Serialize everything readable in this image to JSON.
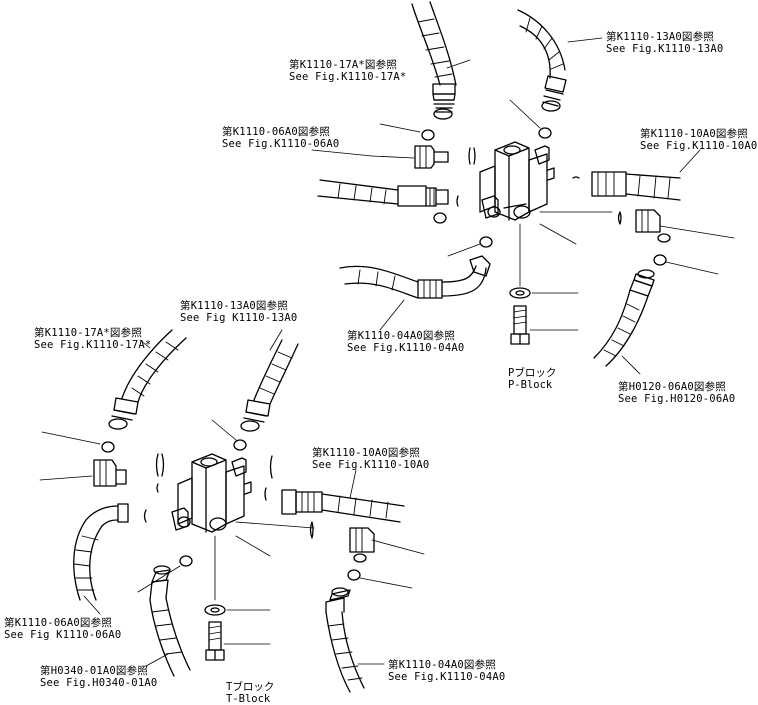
{
  "upper_assembly": {
    "block_label": {
      "ja": "Pブロック",
      "en": "P-Block"
    },
    "callouts": [
      {
        "id": "u-17a",
        "ja": "第K1110-17A*図参照",
        "en": "See Fig.K1110-17A*"
      },
      {
        "id": "u-13a0",
        "ja": "第K1110-13A0図参照",
        "en": "See Fig.K1110-13A0"
      },
      {
        "id": "u-06a0",
        "ja": "第K1110-06A0図参照",
        "en": "See Fig.K1110-06A0"
      },
      {
        "id": "u-10a0",
        "ja": "第K1110-10A0図参照",
        "en": "See Fig.K1110-10A0"
      },
      {
        "id": "u-04a0",
        "ja": "第K1110-04A0図参照",
        "en": "See Fig.K1110-04A0"
      },
      {
        "id": "u-h0120",
        "ja": "第H0120-06A0図参照",
        "en": "See Fig.H0120-06A0"
      }
    ]
  },
  "lower_assembly": {
    "block_label": {
      "ja": "Tブロック",
      "en": "T-Block"
    },
    "callouts": [
      {
        "id": "l-13a0",
        "ja": "第K1110-13A0図参照",
        "en": "See Fig K1110-13A0"
      },
      {
        "id": "l-17a",
        "ja": "第K1110-17A*図参照",
        "en": "See Fig.K1110-17A*"
      },
      {
        "id": "l-10a0",
        "ja": "第K1110-10A0図参照",
        "en": "See Fig.K1110-10A0"
      },
      {
        "id": "l-06a0",
        "ja": "第K1110-06A0図参照",
        "en": "See Fig K1110-06A0"
      },
      {
        "id": "l-h0340",
        "ja": "第H0340-01A0図参照",
        "en": "See Fig.H0340-01A0"
      },
      {
        "id": "l-04a0",
        "ja": "第K1110-04A0図参照",
        "en": "See Fig.K1110-04A0"
      }
    ]
  }
}
